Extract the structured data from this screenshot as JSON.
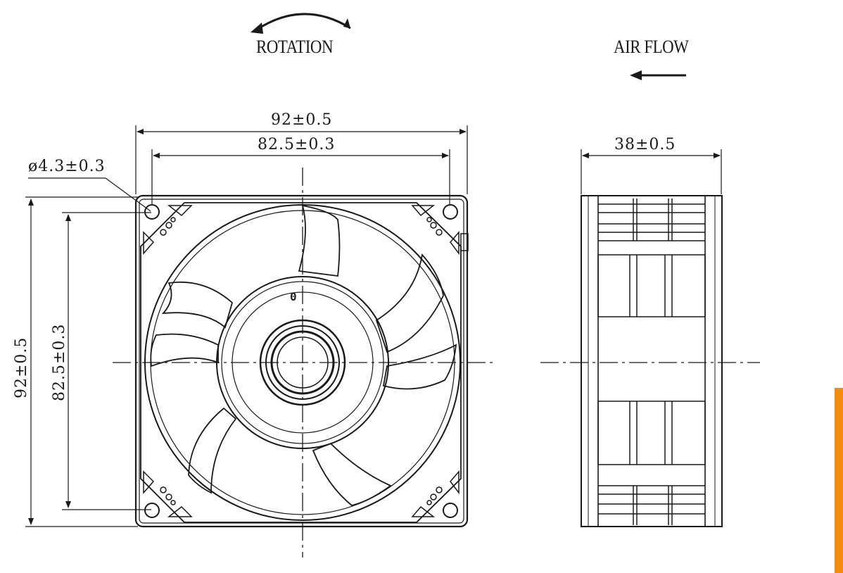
{
  "labels": {
    "rotation": "ROTATION",
    "air_flow": "AIR FLOW",
    "width_overall": "92±0.5",
    "width_holes": "82.5±0.3",
    "hole_diameter": "ø4.3±0.3",
    "height_overall": "92±0.5",
    "height_holes": "82.5±0.3",
    "depth": "38±0.5",
    "hub_mark": "0"
  },
  "colors": {
    "line": "#1a1a1a",
    "accent_tab": "#f28c11",
    "background": "#ffffff"
  },
  "icons": [
    "rotation-arrow-icon",
    "air-flow-arrow-icon"
  ]
}
